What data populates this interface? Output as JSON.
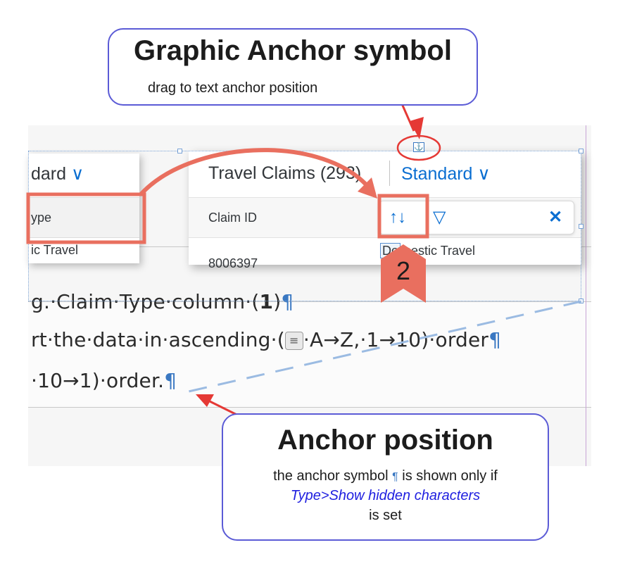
{
  "callout_top": {
    "title": "Graphic Anchor symbol",
    "subtitle": "drag to text anchor position"
  },
  "callout_bottom": {
    "title": "Anchor position",
    "line1_before": "the anchor symbol",
    "line1_after": "is shown only if",
    "line2": "Type>Show hidden characters",
    "line3": "is set"
  },
  "left_image": {
    "variant_fragment": "dard",
    "header_fragment": "ype",
    "value_fragment": "ic Travel"
  },
  "right_image": {
    "title": "Travel Claims (293)",
    "variant": "Standard",
    "column_header": "Claim ID",
    "row_value": "8006397",
    "row_value_2_prefix": "Do",
    "row_value_2_suffix": "mestic Travel",
    "popover_buttons": {
      "sort": "↑↓",
      "filter": "▽",
      "close": "✕"
    }
  },
  "badge": {
    "label": "2"
  },
  "doc_lines": {
    "line1_text": "g.·Claim·Type·column·(",
    "line1_bold": "1",
    "line1_end": ")",
    "line2_before": "rt·the·data·in·ascending·(",
    "line2_after": "·A→Z,·1→10)·order",
    "line3": "·10→1)·order."
  },
  "glyphs": {
    "pilcrow": "¶",
    "chevron": "∨",
    "sort_chip": "≡",
    "anchor": "⚓"
  },
  "colors": {
    "callout_border": "#5b5bd6",
    "arrow_red": "#e53935",
    "accent_blue": "#0a6ed1",
    "highlight_salmon": "#e96f5f"
  }
}
